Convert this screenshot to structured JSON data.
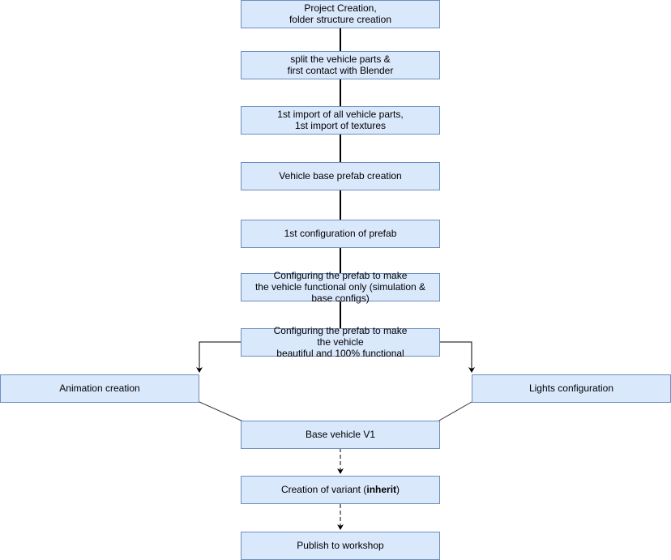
{
  "nodes": {
    "project_creation": [
      "Project Creation,",
      "folder structure creation"
    ],
    "split_parts": [
      "split the vehicle parts &",
      "first contact with Blender"
    ],
    "first_import": [
      "1st import of all vehicle parts,",
      "1st import of textures"
    ],
    "base_prefab": [
      "Vehicle base prefab creation"
    ],
    "first_config": [
      "1st configuration of prefab"
    ],
    "functional_config": [
      "Configuring the prefab to make",
      "the vehicle  functional only (simulation &",
      "base configs)"
    ],
    "beautiful_config": [
      "Configuring the prefab to make",
      "the vehicle",
      "beautiful and 100% functional"
    ],
    "animation": [
      "Animation creation"
    ],
    "lights": [
      "Lights configuration"
    ],
    "base_v1": [
      "Base vehicle V1"
    ],
    "variant": {
      "prefix": "Creation of variant (",
      "bold": "inherit",
      "suffix": ")"
    },
    "publish": [
      "Publish to workshop"
    ]
  },
  "colors": {
    "node_fill": "#dae8fc",
    "node_stroke": "#6c8ebf",
    "edge": "#000000"
  }
}
